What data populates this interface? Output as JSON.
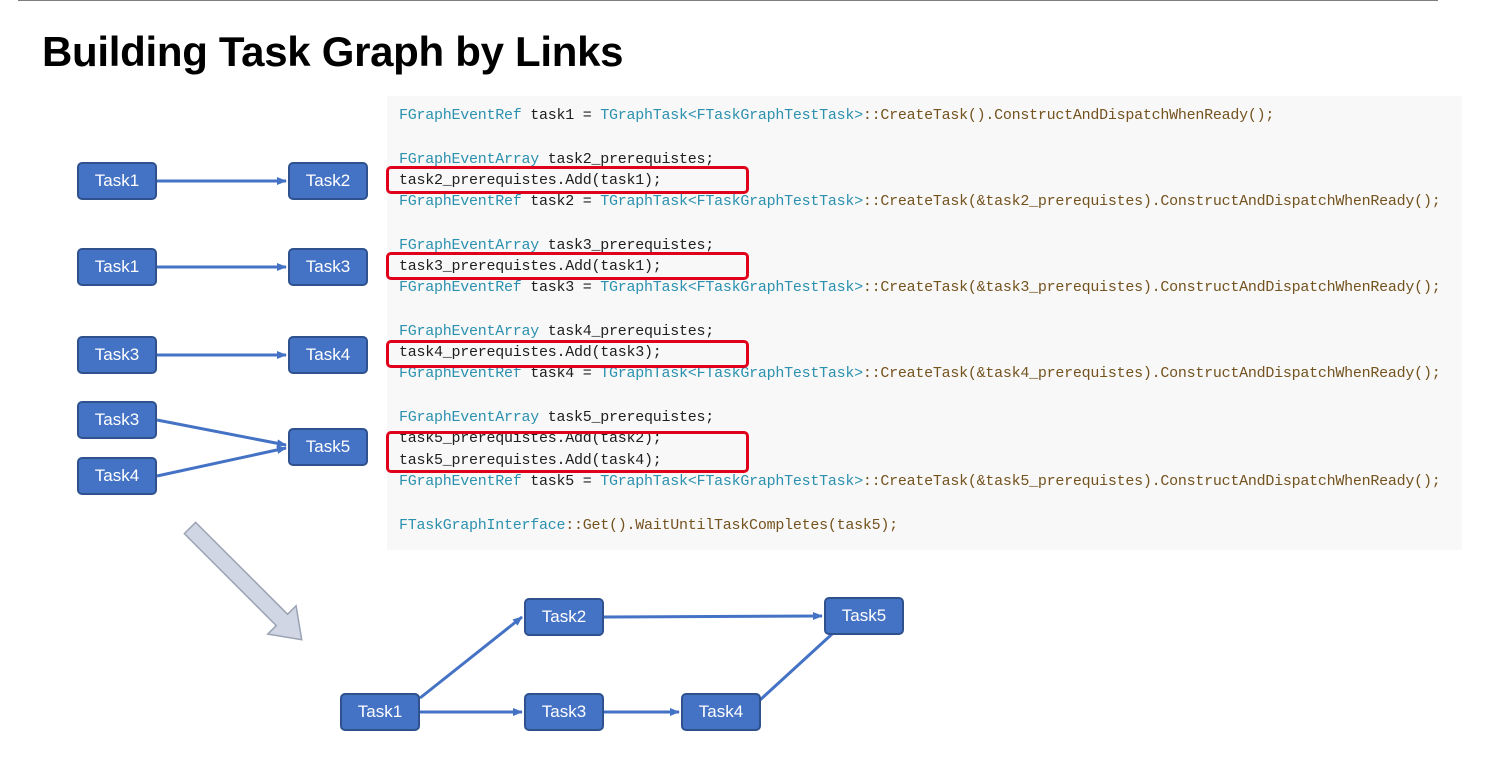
{
  "title": "Building Task Graph by Links",
  "code": {
    "line1": {
      "type": "FGraphEventRef",
      "rest": " task1 = ",
      "type2": "TGraphTask",
      "tmpl": "<FTaskGraphTestTask>",
      "call": "::CreateTask().ConstructAndDispatchWhenReady();"
    },
    "task2": {
      "decl": {
        "type": "FGraphEventArray",
        "rest": " task2_prerequistes;"
      },
      "add1": "task2_prerequistes.Add(task1);",
      "ref": {
        "type": "FGraphEventRef",
        "rest": " task2 = ",
        "type2": "TGraphTask",
        "tmpl": "<FTaskGraphTestTask>",
        "call": "::CreateTask(&task2_prerequistes).ConstructAndDispatchWhenReady();"
      }
    },
    "task3": {
      "decl": {
        "type": "FGraphEventArray",
        "rest": " task3_prerequistes;"
      },
      "add1": "task3_prerequistes.Add(task1);",
      "ref": {
        "type": "FGraphEventRef",
        "rest": " task3 = ",
        "type2": "TGraphTask",
        "tmpl": "<FTaskGraphTestTask>",
        "call": "::CreateTask(&task3_prerequistes).ConstructAndDispatchWhenReady();"
      }
    },
    "task4": {
      "decl": {
        "type": "FGraphEventArray",
        "rest": " task4_prerequistes;"
      },
      "add1": "task4_prerequistes.Add(task3);",
      "ref": {
        "type": "FGraphEventRef",
        "rest": " task4 = ",
        "type2": "TGraphTask",
        "tmpl": "<FTaskGraphTestTask>",
        "call": "::CreateTask(&task4_prerequistes).ConstructAndDispatchWhenReady();"
      }
    },
    "task5": {
      "decl": {
        "type": "FGraphEventArray",
        "rest": " task5_prerequistes;"
      },
      "add1": "task5_prerequistes.Add(task2);",
      "add2": "task5_prerequistes.Add(task4);",
      "ref": {
        "type": "FGraphEventRef",
        "rest": " task5 = ",
        "type2": "TGraphTask",
        "tmpl": "<FTaskGraphTestTask>",
        "call": "::CreateTask(&task5_prerequistes).ConstructAndDispatchWhenReady();"
      }
    },
    "wait": {
      "type": "FTaskGraphInterface",
      "call": "::Get().WaitUntilTaskCompletes(task5);"
    }
  },
  "links": [
    {
      "from": "Task1",
      "to": "Task2"
    },
    {
      "from": "Task1",
      "to": "Task3"
    },
    {
      "from": "Task3",
      "to": "Task4"
    },
    {
      "from": "Task3",
      "to": "Task5",
      "from2": "Task4"
    }
  ],
  "graph": {
    "task1": "Task1",
    "task2": "Task2",
    "task3": "Task3",
    "task4": "Task4",
    "task5": "Task5"
  },
  "colors": {
    "node": "#4472c4",
    "edge": "#4472c4",
    "highlight": "#e0001b",
    "type": "#2b91af"
  }
}
